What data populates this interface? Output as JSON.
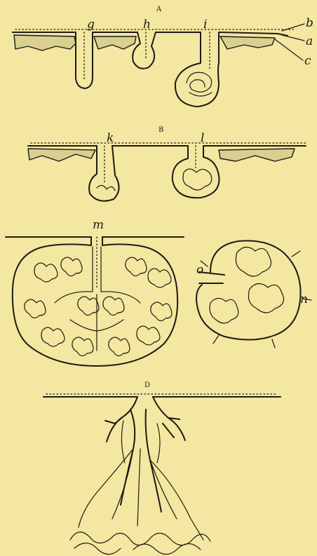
{
  "figure": {
    "panel_a": {
      "caption": "A",
      "labels": {
        "g": "g",
        "h": "h",
        "i": "i",
        "b": "b",
        "a": "a",
        "c": "c"
      }
    },
    "panel_b": {
      "caption": "B",
      "labels": {
        "k": "k",
        "l": "l"
      }
    },
    "panel_c": {
      "labels": {
        "m": "m",
        "o": "o",
        "n": "n"
      }
    },
    "panel_d": {
      "caption": "D"
    }
  }
}
